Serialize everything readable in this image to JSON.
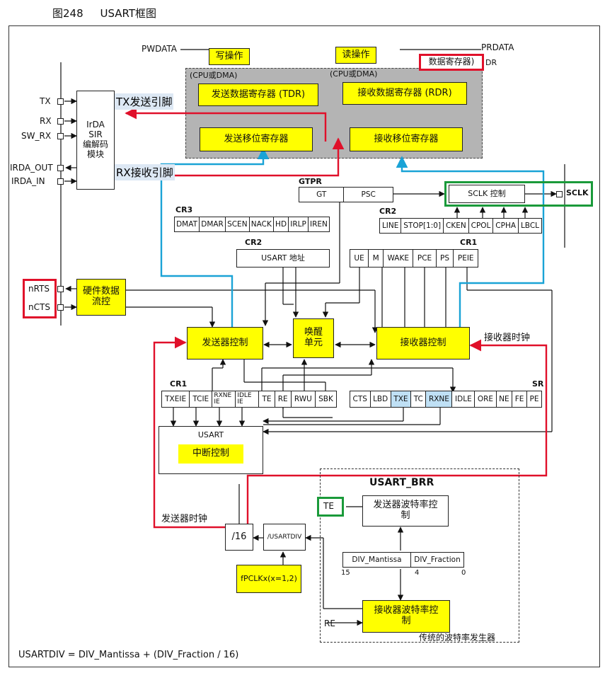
{
  "figure": {
    "number": "图248",
    "name": "USART框图"
  },
  "top": {
    "pwdata": "PWDATA",
    "prdata": "PRDATA",
    "write_op": "写操作",
    "read_op": "读操作",
    "cpu_dma_left": "(CPU或DMA)",
    "cpu_dma_right": "(CPU或DMA)",
    "data_register": "数据寄存器)",
    "dr_suffix": "DR",
    "tdr": "发送数据寄存器 (TDR)",
    "rdr": "接收数据寄存器 (RDR)",
    "tx_shift": "发送移位寄存器",
    "rx_shift": "接收移位寄存器"
  },
  "annotations": {
    "tx_pin": "TX发送引脚",
    "rx_pin": "RX接收引脚"
  },
  "pins": {
    "tx": "TX",
    "rx": "RX",
    "sw_rx": "SW_RX",
    "irda_out": "IRDA_OUT",
    "irda_in": "IRDA_IN",
    "nrts": "nRTS",
    "ncts": "nCTS",
    "sclk": "SCLK"
  },
  "irda_block": {
    "line1": "IrDA",
    "line2": "SIR",
    "line3": "编解码",
    "line4": "模块"
  },
  "gtpr": {
    "label": "GTPR",
    "cells": [
      "GT",
      "PSC"
    ]
  },
  "sclk_ctrl": "SCLK 控制",
  "cr3": {
    "label": "CR3",
    "cells": [
      "DMAT",
      "DMAR",
      "SCEN",
      "NACK",
      "HD",
      "IRLP",
      "IREN"
    ]
  },
  "cr2_top": {
    "label": "CR2",
    "cells": [
      "LINE",
      "STOP[1:0]",
      "CKEN",
      "CPOL",
      "CPHA",
      "LBCL"
    ]
  },
  "cr2_addr": {
    "label": "CR2",
    "text": "USART 地址"
  },
  "cr1_top": {
    "label": "CR1",
    "cells": [
      "UE",
      "M",
      "WAKE",
      "PCE",
      "PS",
      "PEIE"
    ]
  },
  "hw_flow": "硬件数据流控",
  "tx_ctrl": "发送器控制",
  "wakeup": "唤醒单元",
  "rx_ctrl": "接收器控制",
  "rx_clock": "接收器时钟",
  "cr1_bottom": {
    "label": "CR1",
    "cells": [
      "TXEIE",
      "TCIE",
      "RXNE IE",
      "IDLE IE",
      "TE",
      "RE",
      "RWU",
      "SBK"
    ]
  },
  "sr": {
    "label": "SR",
    "cells": [
      "CTS",
      "LBD",
      "TXE",
      "TC",
      "RXNE",
      "IDLE",
      "ORE",
      "NE",
      "FE",
      "PE"
    ],
    "highlight": [
      "TXE",
      "RXNE"
    ]
  },
  "interrupt": {
    "title": "USART",
    "text": "中断控制"
  },
  "brr": {
    "label": "USART_BRR",
    "te": "TE",
    "tx_baud": "发送器波特率控制",
    "mantissa": "DIV_Mantissa",
    "fraction": "DIV_Fraction",
    "bit15": "15",
    "bit4": "4",
    "bit0": "0",
    "rx_baud": "接收器波特率控制",
    "re": "RE",
    "generator": "传统的波特率发生器"
  },
  "tx_clock": "发送器时钟",
  "div16": "/16",
  "usartdiv": "/USARTDIV",
  "fpclk": "fPCLKx(x=1,2)",
  "formula": "USARTDIV = DIV_Mantissa + (DIV_Fraction / 16)",
  "colors": {
    "red": "#e0102a",
    "blue": "#1aa3d6",
    "green": "#1a9a3a",
    "yellow": "#ffff00",
    "gray": "#b4b4b4"
  }
}
